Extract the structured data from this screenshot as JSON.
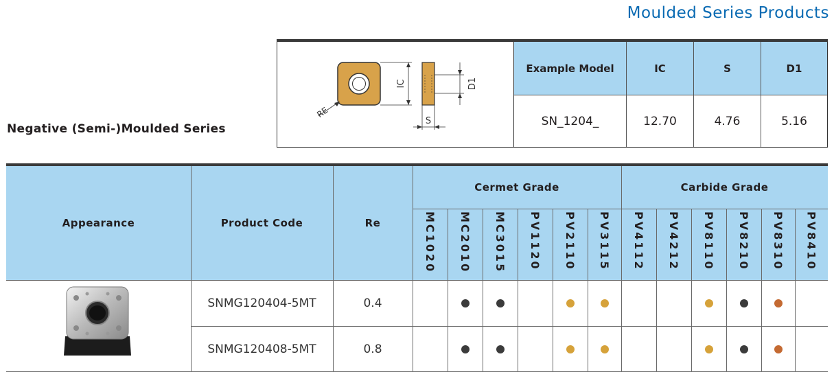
{
  "header": {
    "title": "Moulded Series Products"
  },
  "series": {
    "title": "Negative (Semi-)Moulded Series"
  },
  "drawing": {
    "labels": {
      "ic": "IC",
      "d1": "D1",
      "s": "S",
      "re": "RE"
    }
  },
  "example": {
    "headers": [
      "Example Model",
      "IC",
      "S",
      "D1"
    ],
    "values": [
      "SN_1204_",
      "12.70",
      "4.76",
      "5.16"
    ]
  },
  "table": {
    "headers": {
      "appearance": "Appearance",
      "product_code": "Product Code",
      "re": "Re",
      "cermet": "Cermet Grade",
      "carbide": "Carbide Grade"
    },
    "cermet_grades": [
      "MC1020",
      "MC2010",
      "MC3015",
      "PV1120",
      "PV2110",
      "PV3115"
    ],
    "carbide_grades": [
      "PV4112",
      "PV4212",
      "PV8110",
      "PV8210",
      "PV8310",
      "PV8410"
    ],
    "rows": [
      {
        "code": "SNMG120404-5MT",
        "re": "0.4",
        "dots": [
          "",
          "black",
          "black",
          "",
          "gold",
          "gold",
          "",
          "",
          "gold",
          "black",
          "copper",
          ""
        ]
      },
      {
        "code": "SNMG120408-5MT",
        "re": "0.8",
        "dots": [
          "",
          "black",
          "black",
          "",
          "gold",
          "gold",
          "",
          "",
          "gold",
          "black",
          "copper",
          ""
        ]
      }
    ]
  },
  "colors": {
    "accent_blue": "#0b6bb3",
    "header_bg": "#a9d6f1",
    "black_dot": "#3b3b3b",
    "gold_dot": "#d6a23a",
    "copper_dot": "#c46a32"
  }
}
